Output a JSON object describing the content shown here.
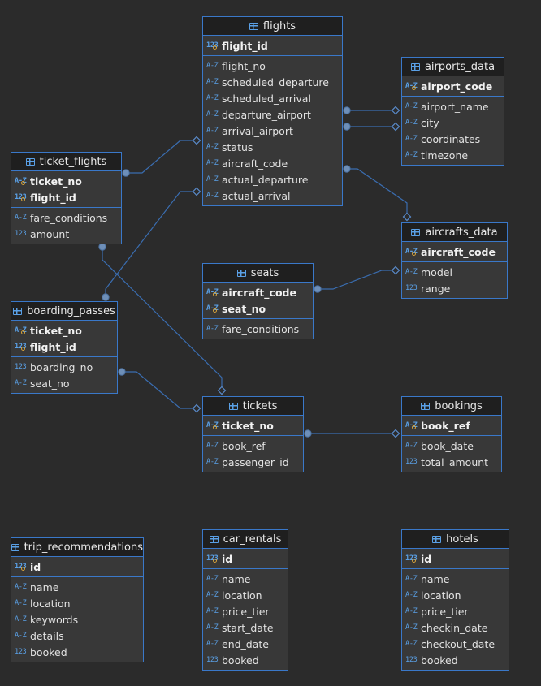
{
  "tables": [
    {
      "id": "flights",
      "name": "flights",
      "keys": [
        {
          "type": "123",
          "name": "flight_id"
        }
      ],
      "columns": [
        {
          "type": "A-Z",
          "name": "flight_no"
        },
        {
          "type": "A-Z",
          "name": "scheduled_departure"
        },
        {
          "type": "A-Z",
          "name": "scheduled_arrival"
        },
        {
          "type": "A-Z",
          "name": "departure_airport"
        },
        {
          "type": "A-Z",
          "name": "arrival_airport"
        },
        {
          "type": "A-Z",
          "name": "status"
        },
        {
          "type": "A-Z",
          "name": "aircraft_code"
        },
        {
          "type": "A-Z",
          "name": "actual_departure"
        },
        {
          "type": "A-Z",
          "name": "actual_arrival"
        }
      ]
    },
    {
      "id": "airports_data",
      "name": "airports_data",
      "keys": [
        {
          "type": "A-Z",
          "name": "airport_code"
        }
      ],
      "columns": [
        {
          "type": "A-Z",
          "name": "airport_name"
        },
        {
          "type": "A-Z",
          "name": "city"
        },
        {
          "type": "A-Z",
          "name": "coordinates"
        },
        {
          "type": "A-Z",
          "name": "timezone"
        }
      ]
    },
    {
      "id": "ticket_flights",
      "name": "ticket_flights",
      "keys": [
        {
          "type": "A-Z",
          "name": "ticket_no"
        },
        {
          "type": "123",
          "name": "flight_id"
        }
      ],
      "columns": [
        {
          "type": "A-Z",
          "name": "fare_conditions"
        },
        {
          "type": "123",
          "name": "amount"
        }
      ]
    },
    {
      "id": "aircrafts_data",
      "name": "aircrafts_data",
      "keys": [
        {
          "type": "A-Z",
          "name": "aircraft_code"
        }
      ],
      "columns": [
        {
          "type": "A-Z",
          "name": "model"
        },
        {
          "type": "123",
          "name": "range"
        }
      ]
    },
    {
      "id": "seats",
      "name": "seats",
      "keys": [
        {
          "type": "A-Z",
          "name": "aircraft_code"
        },
        {
          "type": "A-Z",
          "name": "seat_no"
        }
      ],
      "columns": [
        {
          "type": "A-Z",
          "name": "fare_conditions"
        }
      ]
    },
    {
      "id": "boarding_passes",
      "name": "boarding_passes",
      "keys": [
        {
          "type": "A-Z",
          "name": "ticket_no"
        },
        {
          "type": "123",
          "name": "flight_id"
        }
      ],
      "columns": [
        {
          "type": "123",
          "name": "boarding_no"
        },
        {
          "type": "A-Z",
          "name": "seat_no"
        }
      ]
    },
    {
      "id": "tickets",
      "name": "tickets",
      "keys": [
        {
          "type": "A-Z",
          "name": "ticket_no"
        }
      ],
      "columns": [
        {
          "type": "A-Z",
          "name": "book_ref"
        },
        {
          "type": "A-Z",
          "name": "passenger_id"
        }
      ]
    },
    {
      "id": "bookings",
      "name": "bookings",
      "keys": [
        {
          "type": "A-Z",
          "name": "book_ref"
        }
      ],
      "columns": [
        {
          "type": "A-Z",
          "name": "book_date"
        },
        {
          "type": "123",
          "name": "total_amount"
        }
      ]
    },
    {
      "id": "trip_recommendations",
      "name": "trip_recommendations",
      "keys": [
        {
          "type": "123",
          "name": "id"
        }
      ],
      "columns": [
        {
          "type": "A-Z",
          "name": "name"
        },
        {
          "type": "A-Z",
          "name": "location"
        },
        {
          "type": "A-Z",
          "name": "keywords"
        },
        {
          "type": "A-Z",
          "name": "details"
        },
        {
          "type": "123",
          "name": "booked"
        }
      ]
    },
    {
      "id": "car_rentals",
      "name": "car_rentals",
      "keys": [
        {
          "type": "123",
          "name": "id"
        }
      ],
      "columns": [
        {
          "type": "A-Z",
          "name": "name"
        },
        {
          "type": "A-Z",
          "name": "location"
        },
        {
          "type": "A-Z",
          "name": "price_tier"
        },
        {
          "type": "A-Z",
          "name": "start_date"
        },
        {
          "type": "A-Z",
          "name": "end_date"
        },
        {
          "type": "123",
          "name": "booked"
        }
      ]
    },
    {
      "id": "hotels",
      "name": "hotels",
      "keys": [
        {
          "type": "123",
          "name": "id"
        }
      ],
      "columns": [
        {
          "type": "A-Z",
          "name": "name"
        },
        {
          "type": "A-Z",
          "name": "location"
        },
        {
          "type": "A-Z",
          "name": "price_tier"
        },
        {
          "type": "A-Z",
          "name": "checkin_date"
        },
        {
          "type": "A-Z",
          "name": "checkout_date"
        },
        {
          "type": "123",
          "name": "booked"
        }
      ]
    }
  ],
  "relationships": [
    {
      "from": "ticket_flights",
      "to": "flights"
    },
    {
      "from": "boarding_passes",
      "to": "flights"
    },
    {
      "from": "flights",
      "to": "airports_data",
      "via": "departure_airport"
    },
    {
      "from": "flights",
      "to": "airports_data",
      "via": "arrival_airport"
    },
    {
      "from": "flights",
      "to": "aircrafts_data",
      "via": "aircraft_code"
    },
    {
      "from": "seats",
      "to": "aircrafts_data",
      "via": "aircraft_code"
    },
    {
      "from": "ticket_flights",
      "to": "tickets",
      "via": "ticket_no"
    },
    {
      "from": "boarding_passes",
      "to": "tickets",
      "via": "ticket_no"
    },
    {
      "from": "tickets",
      "to": "bookings",
      "via": "book_ref"
    }
  ],
  "colors": {
    "background": "#2b2b2b",
    "border": "#3a78c9",
    "header": "#1f1f1f",
    "body": "#383838",
    "line": "#3a6db0"
  }
}
